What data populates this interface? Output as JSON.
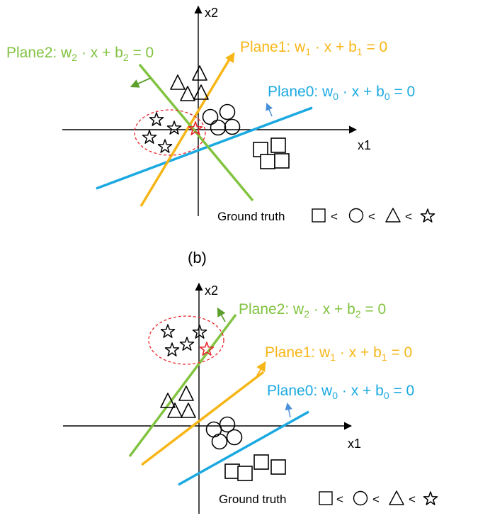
{
  "colors": {
    "plane0": "#1ba9e1",
    "plane1": "#f7b617",
    "plane2": "#82c341",
    "highlight": "#e8262b",
    "axis": "#000000"
  },
  "panel_a": {
    "x_axis_label": "x1",
    "y_axis_label": "x2",
    "plane0": {
      "name": "Plane0: w",
      "sub_w": "0",
      "mid": " · x + b",
      "sub_b": "0",
      "tail": " = 0"
    },
    "plane1": {
      "name": "Plane1: w",
      "sub_w": "1",
      "mid": " · x + b",
      "sub_b": "1",
      "tail": " = 0"
    },
    "plane2": {
      "name": "Plane2: w",
      "sub_w": "2",
      "mid": " · x + b",
      "sub_b": "2",
      "tail": " = 0"
    },
    "legend_prefix": "Ground truth",
    "legend_sep": "<"
  },
  "caption_b": "(b)",
  "panel_b": {
    "x_axis_label": "x1",
    "y_axis_label": "x2",
    "plane0": {
      "name": "Plane0: w",
      "sub_w": "0",
      "mid": " · x + b",
      "sub_b": "0",
      "tail": " = 0"
    },
    "plane1": {
      "name": "Plane1: w",
      "sub_w": "1",
      "mid": " · x + b",
      "sub_b": "1",
      "tail": " = 0"
    },
    "plane2": {
      "name": "Plane2: w",
      "sub_w": "2",
      "mid": " · x + b",
      "sub_b": "2",
      "tail": " = 0"
    },
    "legend_prefix": "Ground truth",
    "legend_sep": "<"
  }
}
